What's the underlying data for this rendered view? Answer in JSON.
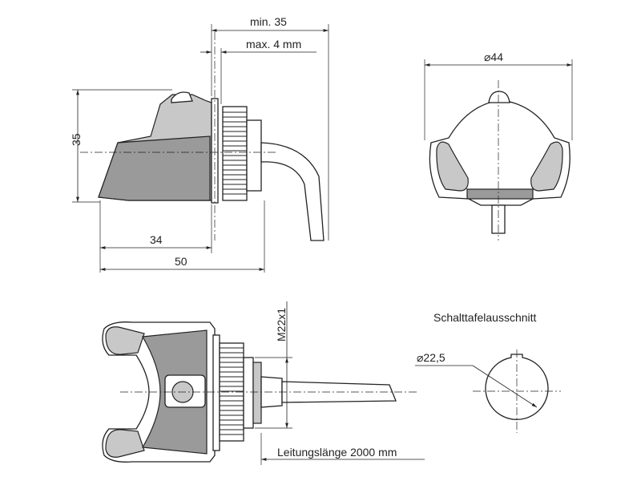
{
  "dimensions": {
    "min_35": "min. 35",
    "max_4mm": "max. 4 mm",
    "height_35": "35",
    "length_34": "34",
    "length_50": "50",
    "diameter_44": "⌀44",
    "thread_m22x1": "M22x1",
    "diameter_22_5": "⌀22,5",
    "cable_length": "Leitungslänge 2000 mm"
  },
  "labels": {
    "panel_cutout": "Schalttafelausschnitt"
  }
}
